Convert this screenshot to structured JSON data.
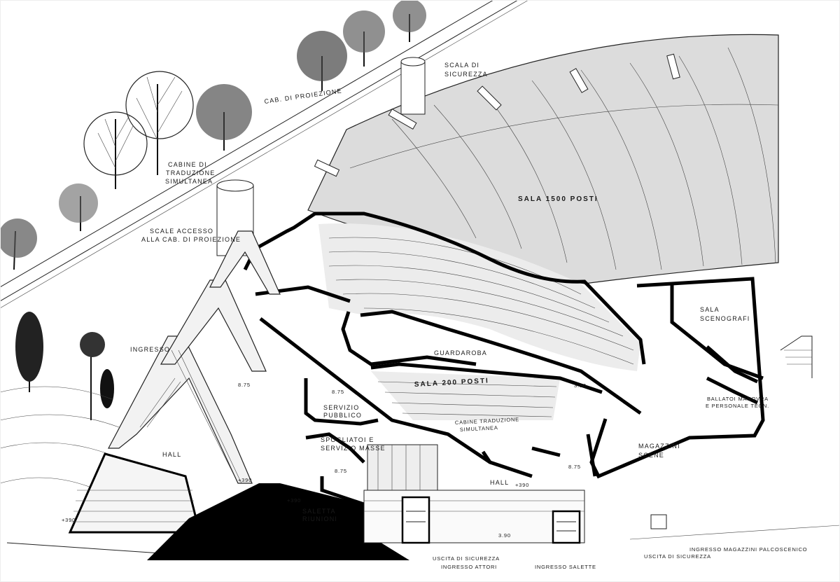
{
  "labels": {
    "scala_sicurezza": [
      "SCALA DI",
      "SICUREZZA"
    ],
    "cab_proiezione": "CAB. DI PROIEZIONE",
    "cabine_traduzione": [
      "CABINE DI",
      "TRADUZIONE",
      "SIMULTANEA"
    ],
    "sala_1500": "SALA 1500 POSTI",
    "scale_accesso": [
      "SCALE ACCESSO",
      "ALLA CAB. DI PROIEZIONE"
    ],
    "sala_scenografi": [
      "SALA",
      "SCENOGRAFI"
    ],
    "ingresso": "INGRESSO",
    "guardaroba": "GUARDAROBA",
    "sala_200": "SALA 200 POSTI",
    "servizio_pubblico": [
      "SERVIZIO",
      "PUBBLICO"
    ],
    "cabine_trad_small": [
      "CABINE TRADUZIONE",
      "SIMULTANEA"
    ],
    "ballatoi": [
      "BALLATOI MANOVRA",
      "E PERSONALE TECN."
    ],
    "spogliatoi": [
      "SPOGLIATOI E",
      "SERVIZIO MASSE"
    ],
    "magazzini": [
      "MAGAZZINI",
      "SCENE"
    ],
    "hall_left": "HALL",
    "hall_center": "HALL",
    "saletta": [
      "SALETTA",
      "RIUNIONI"
    ],
    "uscita_attori": [
      "USCITA DI SICUREZZA",
      "INGRESSO ATTORI"
    ],
    "ingresso_salette": "INGRESSO SALETTE",
    "ingresso_magazzini": "INGRESSO MAGAZZINI PALCOSCENICO",
    "uscita_sicurezza_right": "USCITA DI SICUREZZA"
  },
  "elevations": {
    "e1": "+390",
    "e2": "+390",
    "e3": "+390",
    "e4": "+390",
    "e5": "8.75",
    "e6": "8.75",
    "e7": "3.90",
    "e8": "8.75",
    "e9": "3.90",
    "e10": "8.75"
  },
  "colors": {
    "ink": "#000000",
    "paper": "#ffffff",
    "shade": "#d9d9d9"
  }
}
